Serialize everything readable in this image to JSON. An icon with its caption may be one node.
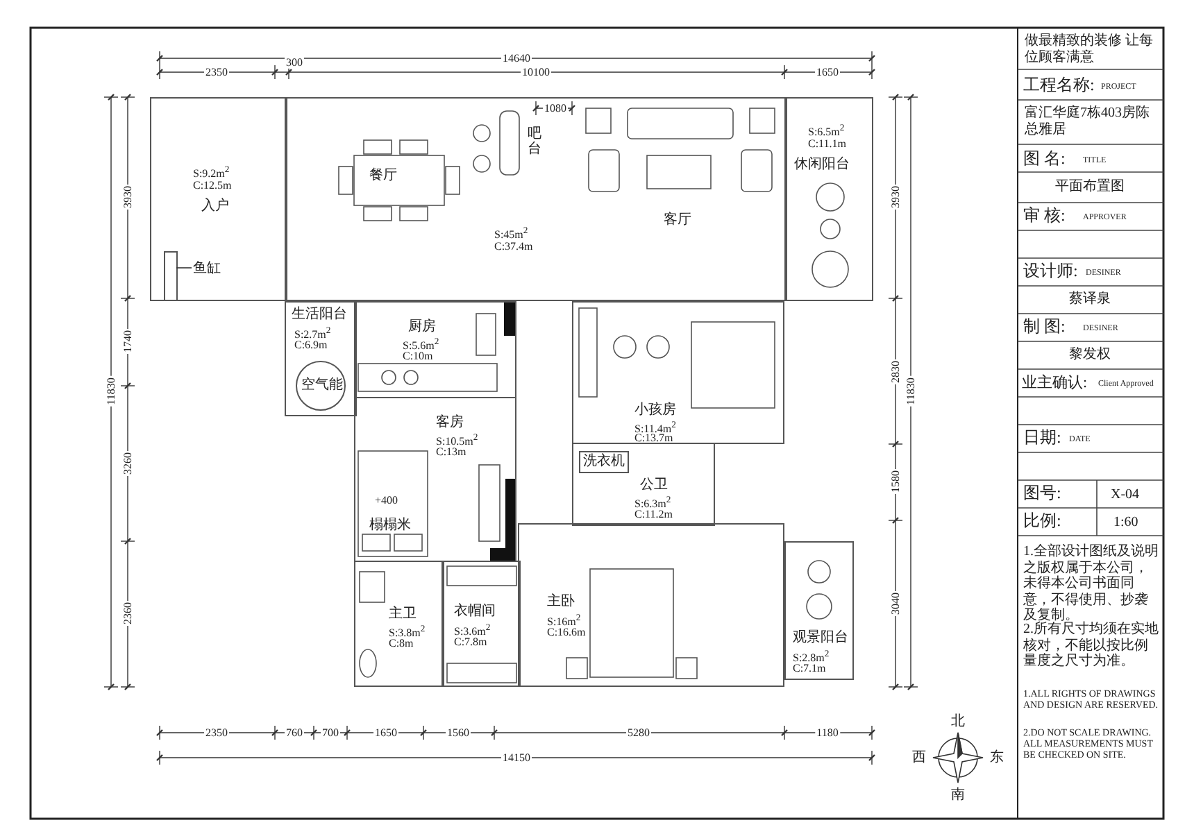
{
  "diagram": {
    "nodes": [
      {
        "text": [
          "S:9.2m$^{2}$",
          "C:12.5m",
          "入户"
        ]
      },
      {
        "text": [
          "餐厅",
          "吧台",
          "S:45m$^{2}$",
          "C:37.4m",
          "客厅"
        ]
      },
      {
        "text": [
          "S:6.5m$^{2}$",
          "C:11.1m",
          "休闲阳台"
        ]
      },
      {
        "text": [
          "生活阳台",
          "S:2.7m$^{2}$",
          "C:6.9m"
        ]
      },
      {
        "text": [
          "空气能"
        ],
        "in": 3
      },
      {
        "text": [
          "厨房",
          "S:5.6m$^{2}$",
          "C:10m"
        ]
      },
      {
        "text": [
          "小孩房",
          "S:11.4m$^{2}$",
          "C:13.7m"
        ]
      },
      {
        "text": [
          "客房",
          "S:10.5m$^{2}$",
          "C:13m",
          "+400",
          "榻榻米"
        ]
      },
      {
        "text": [
          "公卫",
          "S:6.3m$^{2}$",
          "C:11.2m"
        ]
      },
      {
        "text": [
          "洗衣机"
        ],
        "in": 8
      },
      {
        "text": [
          "主卫",
          "S:3.8m$^{2}$",
          "C:8m"
        ]
      },
      {
        "text": [
          "衣帽间",
          "S:3.6m$^{2}$",
          "C:7.8m"
        ]
      },
      {
        "text": [
          "主卧",
          "S:16m$^{2}$",
          "C:16.6m"
        ]
      },
      {
        "text": [
          "观景阳台",
          "S:2.8m$^{2}$",
          "C:7.1m"
        ]
      },
      {
        "text": [
          "鱼缸"
        ],
        "in": 0
      },
      {
        "text": [],
        "shape": "box",
        "in": 0
      }
    ],
    "edges": [
      {
        "from": 14,
        "to": 15,
        "arrow": "none"
      }
    ],
    "labels": [
      "14640",
      "2350",
      "300",
      "10100",
      "1650",
      "1080",
      "2350",
      "760",
      "700",
      "1650",
      "1560",
      "5280",
      "1180",
      "14150",
      "3930",
      "1740",
      "11830",
      "3260",
      "2360",
      "3930",
      "2830",
      "11830",
      "1580",
      "3040",
      "做最精致的装修 让每位顾客满意",
      "工程名称:",
      "PROJECT",
      "富汇华庭7栋403房陈总雅居",
      "图 名:",
      "TITLE",
      "平面布置图",
      "审 核:",
      "APPROVER",
      "设计师:",
      "DESINER",
      "蔡译泉",
      "制 图:",
      "DESINER",
      "黎发权",
      "业主确认:",
      "Client Approved",
      "日期:",
      "DATE",
      "图号:",
      "X-04",
      "比例:",
      "1:60",
      "1.全部设计图纸及说明之版权属于本公司，未得本公司书面同意，不得使用、抄袭及复制。",
      "2.所有尺寸均须在实地核对，不能以按比例量度之尺寸为准。",
      "1.ALL RIGHTS OF DRAWINGS AND DESIGN ARE RESERVED.",
      "2.DO NOT SCALE DRAWING. ALL MEASUREMENTS MUST BE CHECKED ON SITE.",
      "北",
      "东",
      "南",
      "西"
    ]
  }
}
